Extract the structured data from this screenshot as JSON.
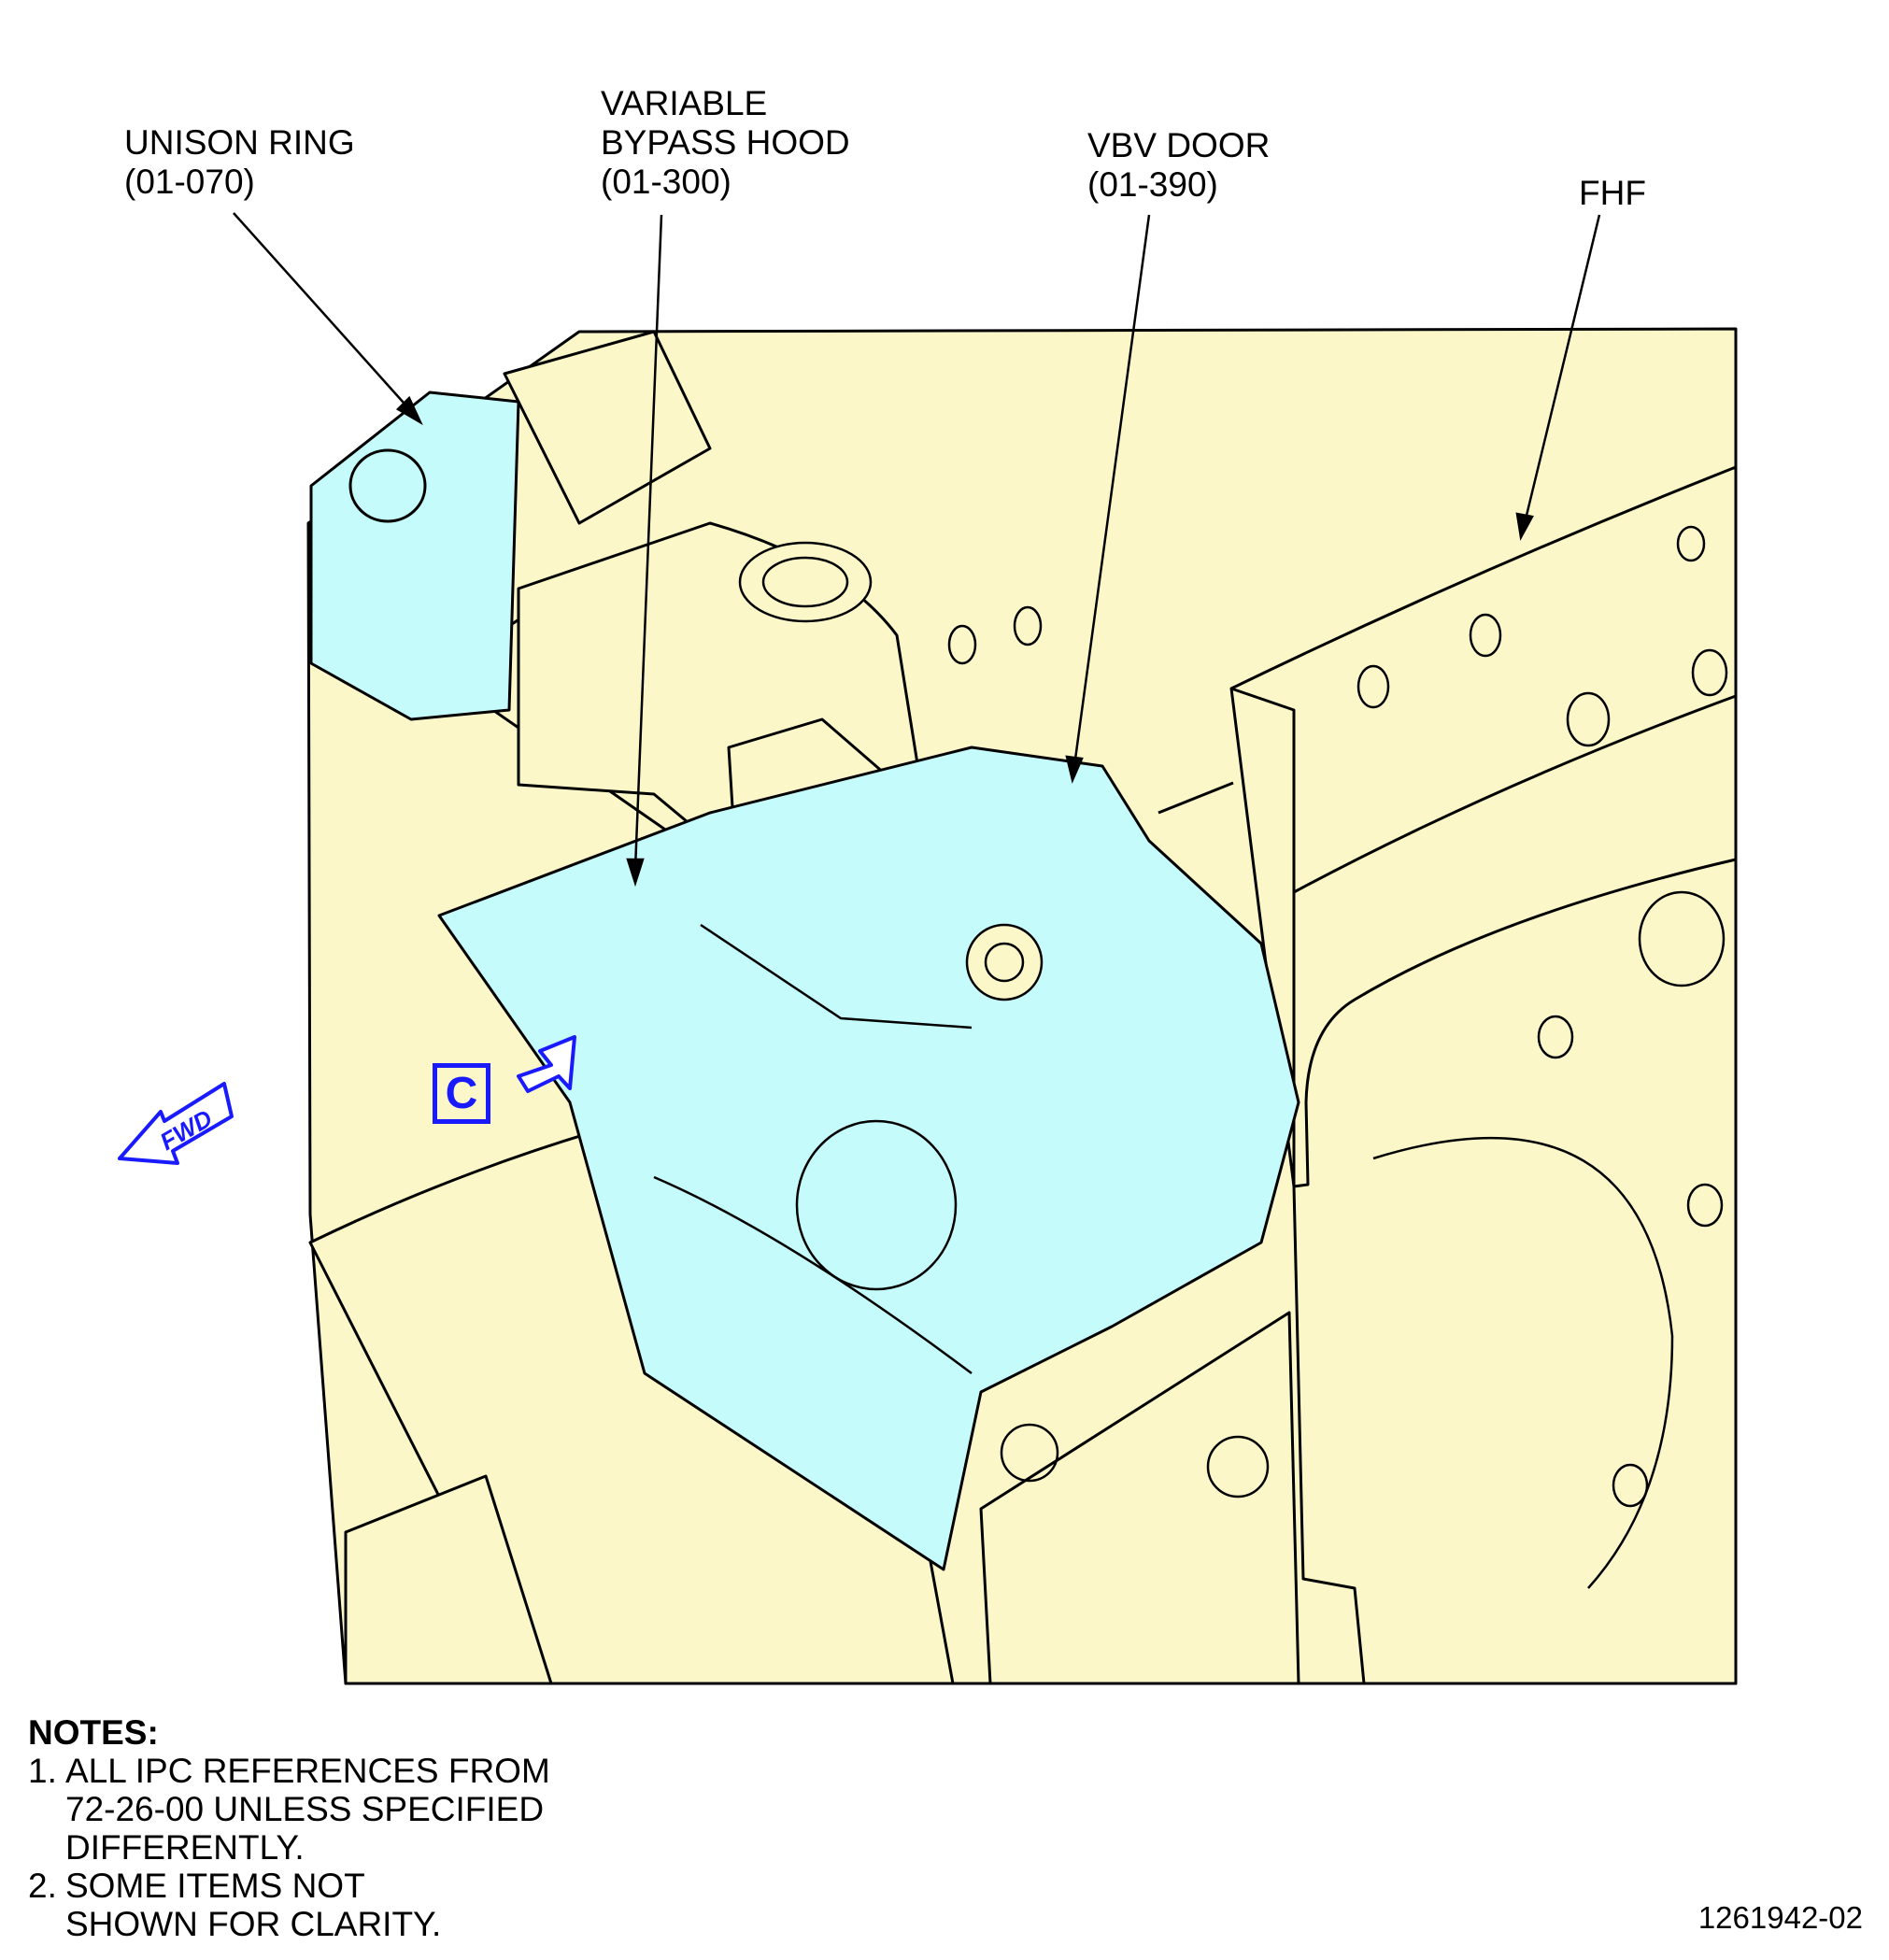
{
  "callouts": {
    "unison_ring": {
      "line1": "UNISON RING",
      "line2": "(01-070)"
    },
    "variable_bypass_hood": {
      "line1": "VARIABLE",
      "line2": "BYPASS HOOD",
      "line3": "(01-300)"
    },
    "vbv_door": {
      "line1": "VBV DOOR",
      "line2": "(01-390)"
    },
    "fhf": {
      "line1": "FHF"
    }
  },
  "view_marker": "C",
  "direction_arrow": "FWD",
  "notes": {
    "heading": "NOTES:",
    "items": [
      {
        "num": "1.",
        "lines": [
          "ALL IPC REFERENCES FROM",
          "72-26-00 UNLESS SPECIFIED",
          "DIFFERENTLY."
        ]
      },
      {
        "num": "2.",
        "lines": [
          "SOME ITEMS NOT",
          "SHOWN FOR CLARITY."
        ]
      }
    ]
  },
  "figure_number": "1261942-02",
  "colors": {
    "structure_fill": "#fbf7c9",
    "highlight_fill": "#c6fbfb",
    "line": "#000000",
    "callout_blue": "#1a1aff"
  }
}
